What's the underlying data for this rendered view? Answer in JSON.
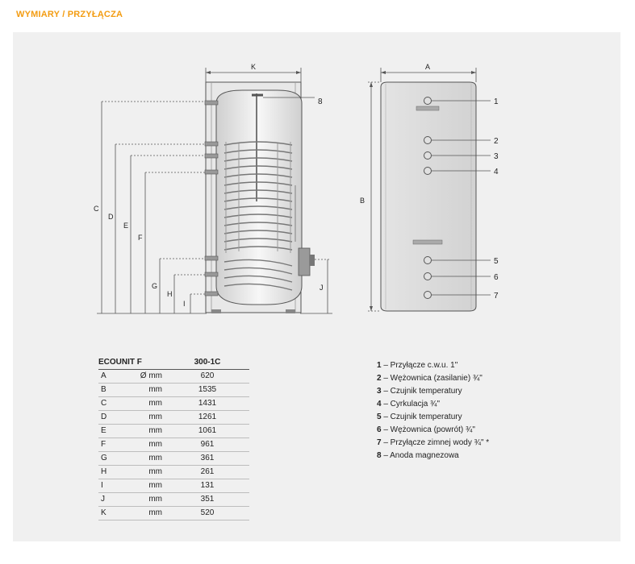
{
  "heading": "WYMIARY / PRZYŁĄCZA",
  "drawing": {
    "left_labels": [
      "C",
      "D",
      "E",
      "F",
      "G",
      "H",
      "I"
    ],
    "top_left": "K",
    "top_right": "A",
    "side_right": "B",
    "side_left_j": "J",
    "callout_8": "8",
    "right_callouts": [
      "1",
      "2",
      "3",
      "4",
      "5",
      "6",
      "7"
    ]
  },
  "table": {
    "header": {
      "model_col": "ECOUNIT F",
      "value_col": "300-1C"
    },
    "rows": [
      {
        "key": "A",
        "unit": "Ø mm",
        "value": "620"
      },
      {
        "key": "B",
        "unit": "mm",
        "value": "1535"
      },
      {
        "key": "C",
        "unit": "mm",
        "value": "1431"
      },
      {
        "key": "D",
        "unit": "mm",
        "value": "1261"
      },
      {
        "key": "E",
        "unit": "mm",
        "value": "1061"
      },
      {
        "key": "F",
        "unit": "mm",
        "value": "961"
      },
      {
        "key": "G",
        "unit": "mm",
        "value": "361"
      },
      {
        "key": "H",
        "unit": "mm",
        "value": "261"
      },
      {
        "key": "I",
        "unit": "mm",
        "value": "131"
      },
      {
        "key": "J",
        "unit": "mm",
        "value": "351"
      },
      {
        "key": "K",
        "unit": "mm",
        "value": "520"
      }
    ]
  },
  "legend": [
    {
      "num": "1",
      "text": "– Przyłącze c.w.u. 1\""
    },
    {
      "num": "2",
      "text": "– Wężownica (zasilanie) ¾\""
    },
    {
      "num": "3",
      "text": "– Czujnik temperatury"
    },
    {
      "num": "4",
      "text": "– Cyrkulacja ¾\""
    },
    {
      "num": "5",
      "text": "– Czujnik temperatury"
    },
    {
      "num": "6",
      "text": "– Wężownica (powrót) ¾\""
    },
    {
      "num": "7",
      "text": "– Przyłącze zimnej wody ¾\" *"
    },
    {
      "num": "8",
      "text": "– Anoda magnezowa"
    }
  ]
}
